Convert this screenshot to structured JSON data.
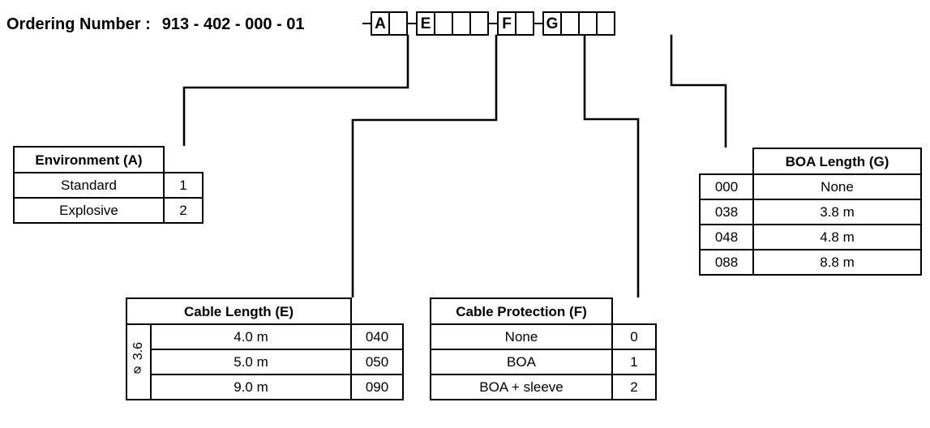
{
  "header": {
    "label": "Ordering Number :",
    "number": "913 - 402 - 000 - 01"
  },
  "code_groups": [
    {
      "name": "A",
      "cells": [
        "A",
        ""
      ]
    },
    {
      "name": "E",
      "cells": [
        "E",
        "",
        "",
        ""
      ]
    },
    {
      "name": "F",
      "cells": [
        "F",
        ""
      ]
    },
    {
      "name": "G",
      "cells": [
        "G",
        "",
        "",
        ""
      ]
    }
  ],
  "tables": {
    "environment": {
      "title": "Environment (A)",
      "rows": [
        {
          "desc": "Standard",
          "code": "1"
        },
        {
          "desc": "Explosive",
          "code": "2"
        }
      ]
    },
    "cable_length": {
      "title": "Cable Length (E)",
      "diameter": "⌀ 3.6",
      "rows": [
        {
          "desc": "4.0 m",
          "code": "040"
        },
        {
          "desc": "5.0 m",
          "code": "050"
        },
        {
          "desc": "9.0 m",
          "code": "090"
        }
      ]
    },
    "cable_protection": {
      "title": "Cable Protection (F)",
      "rows": [
        {
          "desc": "None",
          "code": "0"
        },
        {
          "desc": "BOA",
          "code": "1"
        },
        {
          "desc": "BOA + sleeve",
          "code": "2"
        }
      ]
    },
    "boa_length": {
      "title": "BOA Length (G)",
      "rows": [
        {
          "code": "000",
          "desc": "None"
        },
        {
          "code": "038",
          "desc": "3.8 m"
        },
        {
          "code": "048",
          "desc": "4.8 m"
        },
        {
          "code": "088",
          "desc": "8.8 m"
        }
      ]
    }
  },
  "colors": {
    "line": "#000000",
    "background": "#ffffff"
  }
}
